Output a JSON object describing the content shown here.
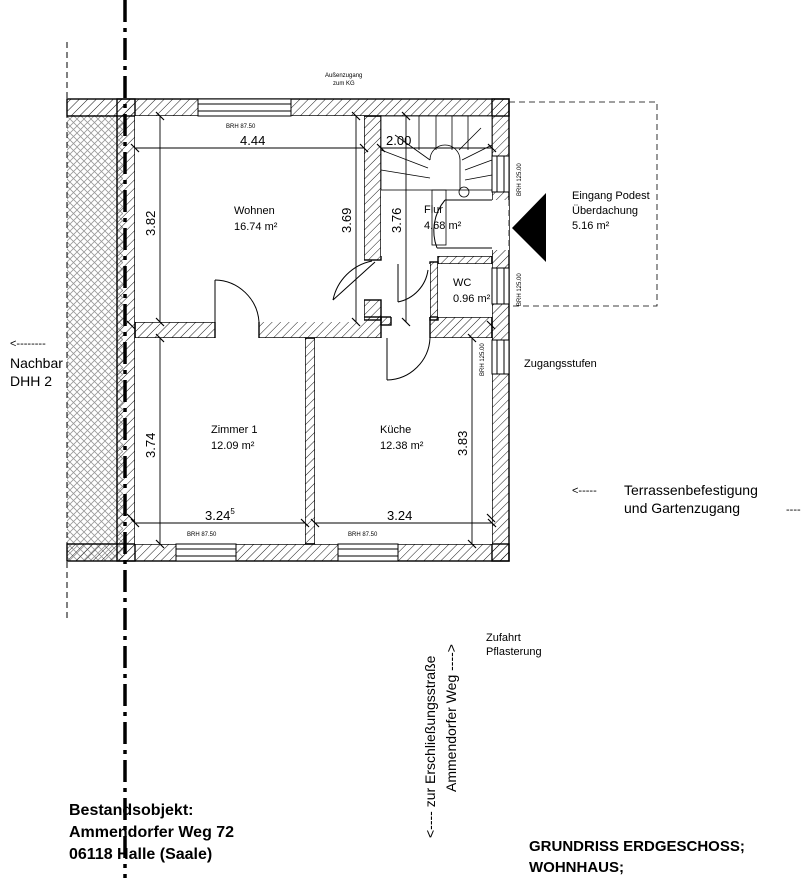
{
  "rooms": {
    "wohnen": {
      "name": "Wohnen",
      "area": "16.74 m²"
    },
    "flur": {
      "name": "Flur",
      "area": "4.68 m²"
    },
    "wc": {
      "name": "WC",
      "area": "0.96 m²"
    },
    "zimmer1": {
      "name": "Zimmer 1",
      "area": "12.09 m²"
    },
    "kueche": {
      "name": "Küche",
      "area": "12.38 m²"
    }
  },
  "dimensions": {
    "wohnen_width": "4.44",
    "wohnen_height": "3.82",
    "wohnen_inner_height": "3.69",
    "flur_width": "2.00",
    "flur_height": "3.76",
    "zimmer_height": "3.74",
    "zimmer_width": "3.24",
    "zimmer_width_sup": "5",
    "kueche_width": "3.24",
    "kueche_height": "3.83"
  },
  "windows": {
    "brh_low": "BRH 87.50",
    "brh_high": "BRH 125.00"
  },
  "labels": {
    "aussen_line1": "Außenzugang",
    "aussen_line2": "zum KG",
    "eingang_line1": "Eingang Podest",
    "eingang_line2": "Überdachung",
    "eingang_area": "5.16 m²",
    "zugangsstufen": "Zugangsstufen",
    "terrasse_arrow": "<-----",
    "terrasse_line1": "Terrassenbefestigung",
    "terrasse_line2": "und Gartenzugang",
    "terrasse_dashes": "----",
    "nachbar_arrow": "<--------",
    "nachbar_line1": "Nachbar",
    "nachbar_line2": "DHH 2",
    "zufahrt_line1": "Zufahrt",
    "zufahrt_line2": "Pflasterung",
    "strasse_line1": "<----   zur  Erschließungsstraße",
    "strasse_line2": "Ammendorfer Weg ---->"
  },
  "title_block": {
    "line1": "Bestandsobjekt:",
    "line2": "Ammendorfer Weg 72",
    "line3": "06118  Halle (Saale)"
  },
  "drawing_title": {
    "line1": "GRUNDRISS ERDGESCHOSS;",
    "line2": "WOHNHAUS;"
  }
}
